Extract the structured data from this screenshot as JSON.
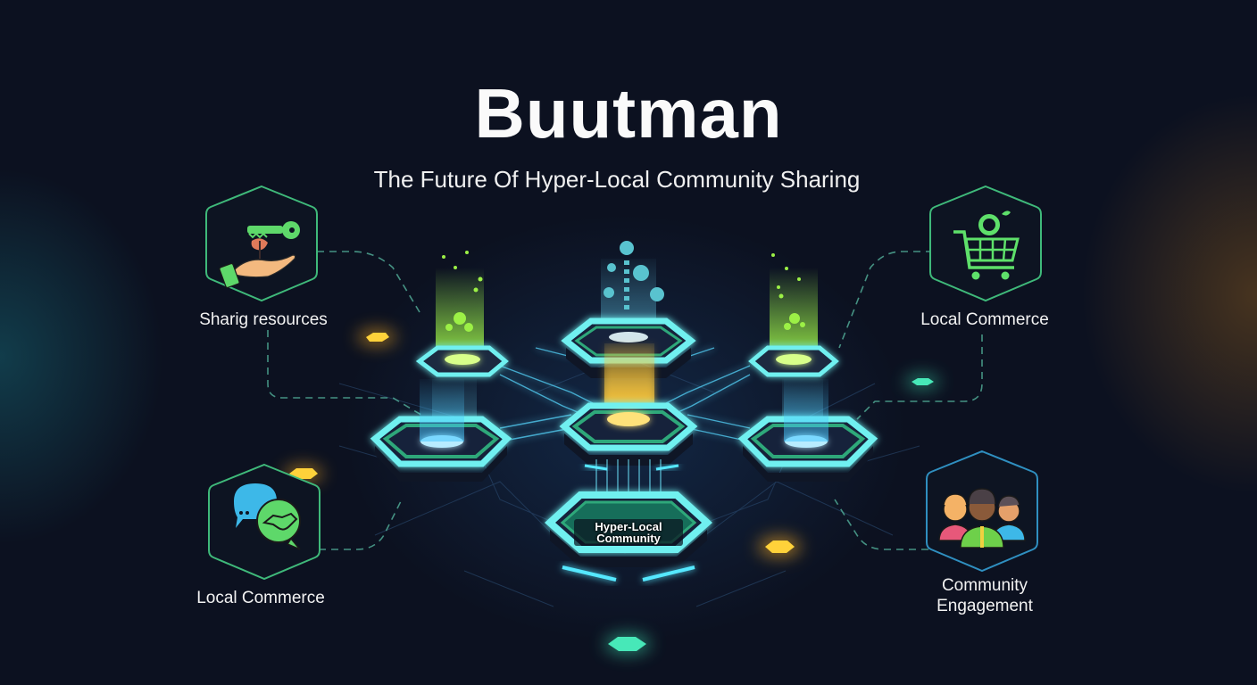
{
  "header": {
    "title": "Buutman",
    "subtitle": "The Future Of Hyper-Local Community Sharing"
  },
  "hub": {
    "label_line1": "Hyper-Local",
    "label_line2": "Community"
  },
  "features": [
    {
      "id": "sharing",
      "label": "Sharig resources",
      "icon": "hand-key-icon",
      "position": "top-left"
    },
    {
      "id": "commerce-top",
      "label": "Local Commerce",
      "icon": "shopping-cart-icon",
      "position": "top-right"
    },
    {
      "id": "commerce-bottom",
      "label": "Local Commerce",
      "icon": "chat-handshake-icon",
      "position": "bottom-left"
    },
    {
      "id": "engagement",
      "label_line1": "Community",
      "label_line2": "Engagement",
      "icon": "people-group-icon",
      "position": "bottom-right"
    }
  ],
  "colors": {
    "background": "#0c1120",
    "hex_border_green": "#3fb97a",
    "hex_border_blue": "#2f8fc0",
    "platform_cyan": "#5ff0f0",
    "platform_green": "#2ea87a",
    "beam_yellow": "#f5c23a",
    "beam_green": "#8fe640",
    "beam_blue": "#4ac8ff",
    "diamond_yellow": "#ffd23a",
    "diamond_teal": "#3ee0b0"
  }
}
